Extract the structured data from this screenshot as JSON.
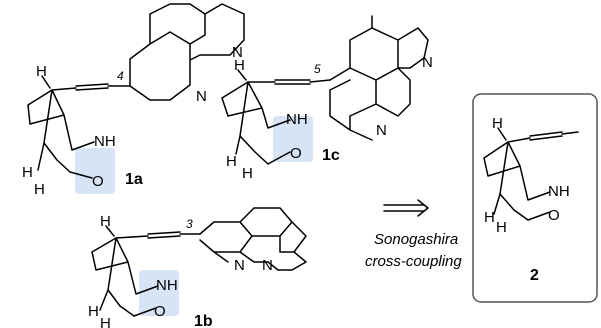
{
  "compounds": {
    "c1a": {
      "label": "1a",
      "position": "4",
      "atoms": {
        "nh": "NH",
        "o": "O",
        "h_top": "H",
        "h_bridge": "H",
        "h_bottom": "H",
        "n1": "N",
        "n2": "N"
      }
    },
    "c1b": {
      "label": "1b",
      "position": "3",
      "atoms": {
        "nh": "NH",
        "o": "O",
        "h_top": "H",
        "h_bridge": "H",
        "h_bottom": "H",
        "n1": "N",
        "n2": "N"
      }
    },
    "c1c": {
      "label": "1c",
      "position": "5",
      "atoms": {
        "nh": "NH",
        "o": "O",
        "h_top": "H",
        "h_bridge": "H",
        "h_bottom": "H",
        "n1": "N",
        "n2": "N"
      }
    },
    "c2": {
      "label": "2",
      "atoms": {
        "nh": "NH",
        "o": "O",
        "h_top": "H",
        "h_bridge": "H",
        "h_bottom": "H"
      }
    }
  },
  "retrosynthesis": {
    "line1": "Sonogashira",
    "line2": "cross-coupling"
  },
  "colors": {
    "highlight": "#d6e4f5",
    "ink": "#000000"
  }
}
